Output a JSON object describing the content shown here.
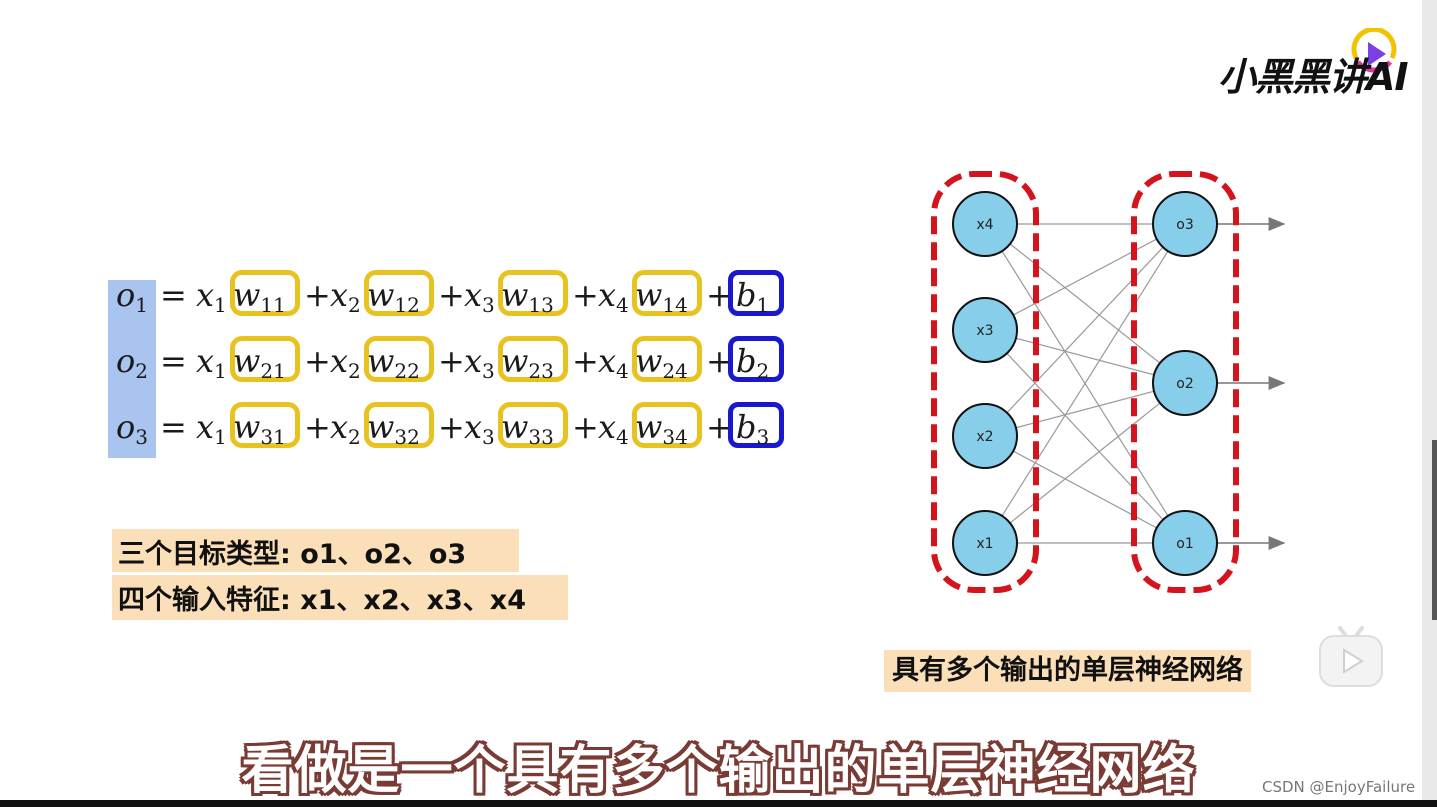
{
  "logo": {
    "text": "小黑黑讲AI",
    "accent": "#7b3fe4"
  },
  "equations": [
    {
      "lhs": "o",
      "lhs_sub": "1",
      "terms": [
        [
          "x",
          "1",
          "w",
          "11"
        ],
        [
          "x",
          "2",
          "w",
          "12"
        ],
        [
          "x",
          "3",
          "w",
          "13"
        ],
        [
          "x",
          "4",
          "w",
          "14"
        ]
      ],
      "bias": "b",
      "bias_sub": "1"
    },
    {
      "lhs": "o",
      "lhs_sub": "2",
      "terms": [
        [
          "x",
          "1",
          "w",
          "21"
        ],
        [
          "x",
          "2",
          "w",
          "22"
        ],
        [
          "x",
          "3",
          "w",
          "23"
        ],
        [
          "x",
          "4",
          "w",
          "24"
        ]
      ],
      "bias": "b",
      "bias_sub": "2"
    },
    {
      "lhs": "o",
      "lhs_sub": "3",
      "terms": [
        [
          "x",
          "1",
          "w",
          "31"
        ],
        [
          "x",
          "2",
          "w",
          "32"
        ],
        [
          "x",
          "3",
          "w",
          "33"
        ],
        [
          "x",
          "4",
          "w",
          "34"
        ]
      ],
      "bias": "b",
      "bias_sub": "3"
    }
  ],
  "notes": {
    "targets": "三个目标类型: o1、o2、o3",
    "inputs": "四个输入特征: x1、x2、x3、x4"
  },
  "network": {
    "inputs": [
      "x4",
      "x3",
      "x2",
      "x1"
    ],
    "outputs": [
      "o3",
      "o2",
      "o1"
    ],
    "node_fill": "#87ceeb",
    "group_border": "#d4141c"
  },
  "caption": "具有多个输出的单层神经网络",
  "subtitle": "看做是一个具有多个输出的单层神经网络",
  "watermark": "CSDN @EnjoyFailure"
}
